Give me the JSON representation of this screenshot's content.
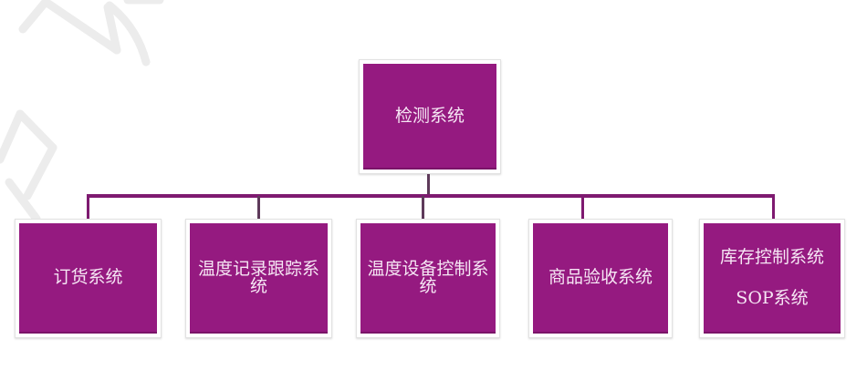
{
  "diagram": {
    "type": "org-chart",
    "colors": {
      "box_fill": "#951a80",
      "box_text": "#f6e6f4",
      "connector": "#7e1a70",
      "background": "#ffffff"
    },
    "root": {
      "label": "检测系统"
    },
    "children": [
      {
        "lines": [
          "订货系统"
        ]
      },
      {
        "lines": [
          "温度记录跟踪系统"
        ]
      },
      {
        "lines": [
          "温度设备控制系统"
        ]
      },
      {
        "lines": [
          "商品验收系统"
        ]
      },
      {
        "lines": [
          "库存控制系统",
          "SOP系统"
        ]
      }
    ]
  }
}
